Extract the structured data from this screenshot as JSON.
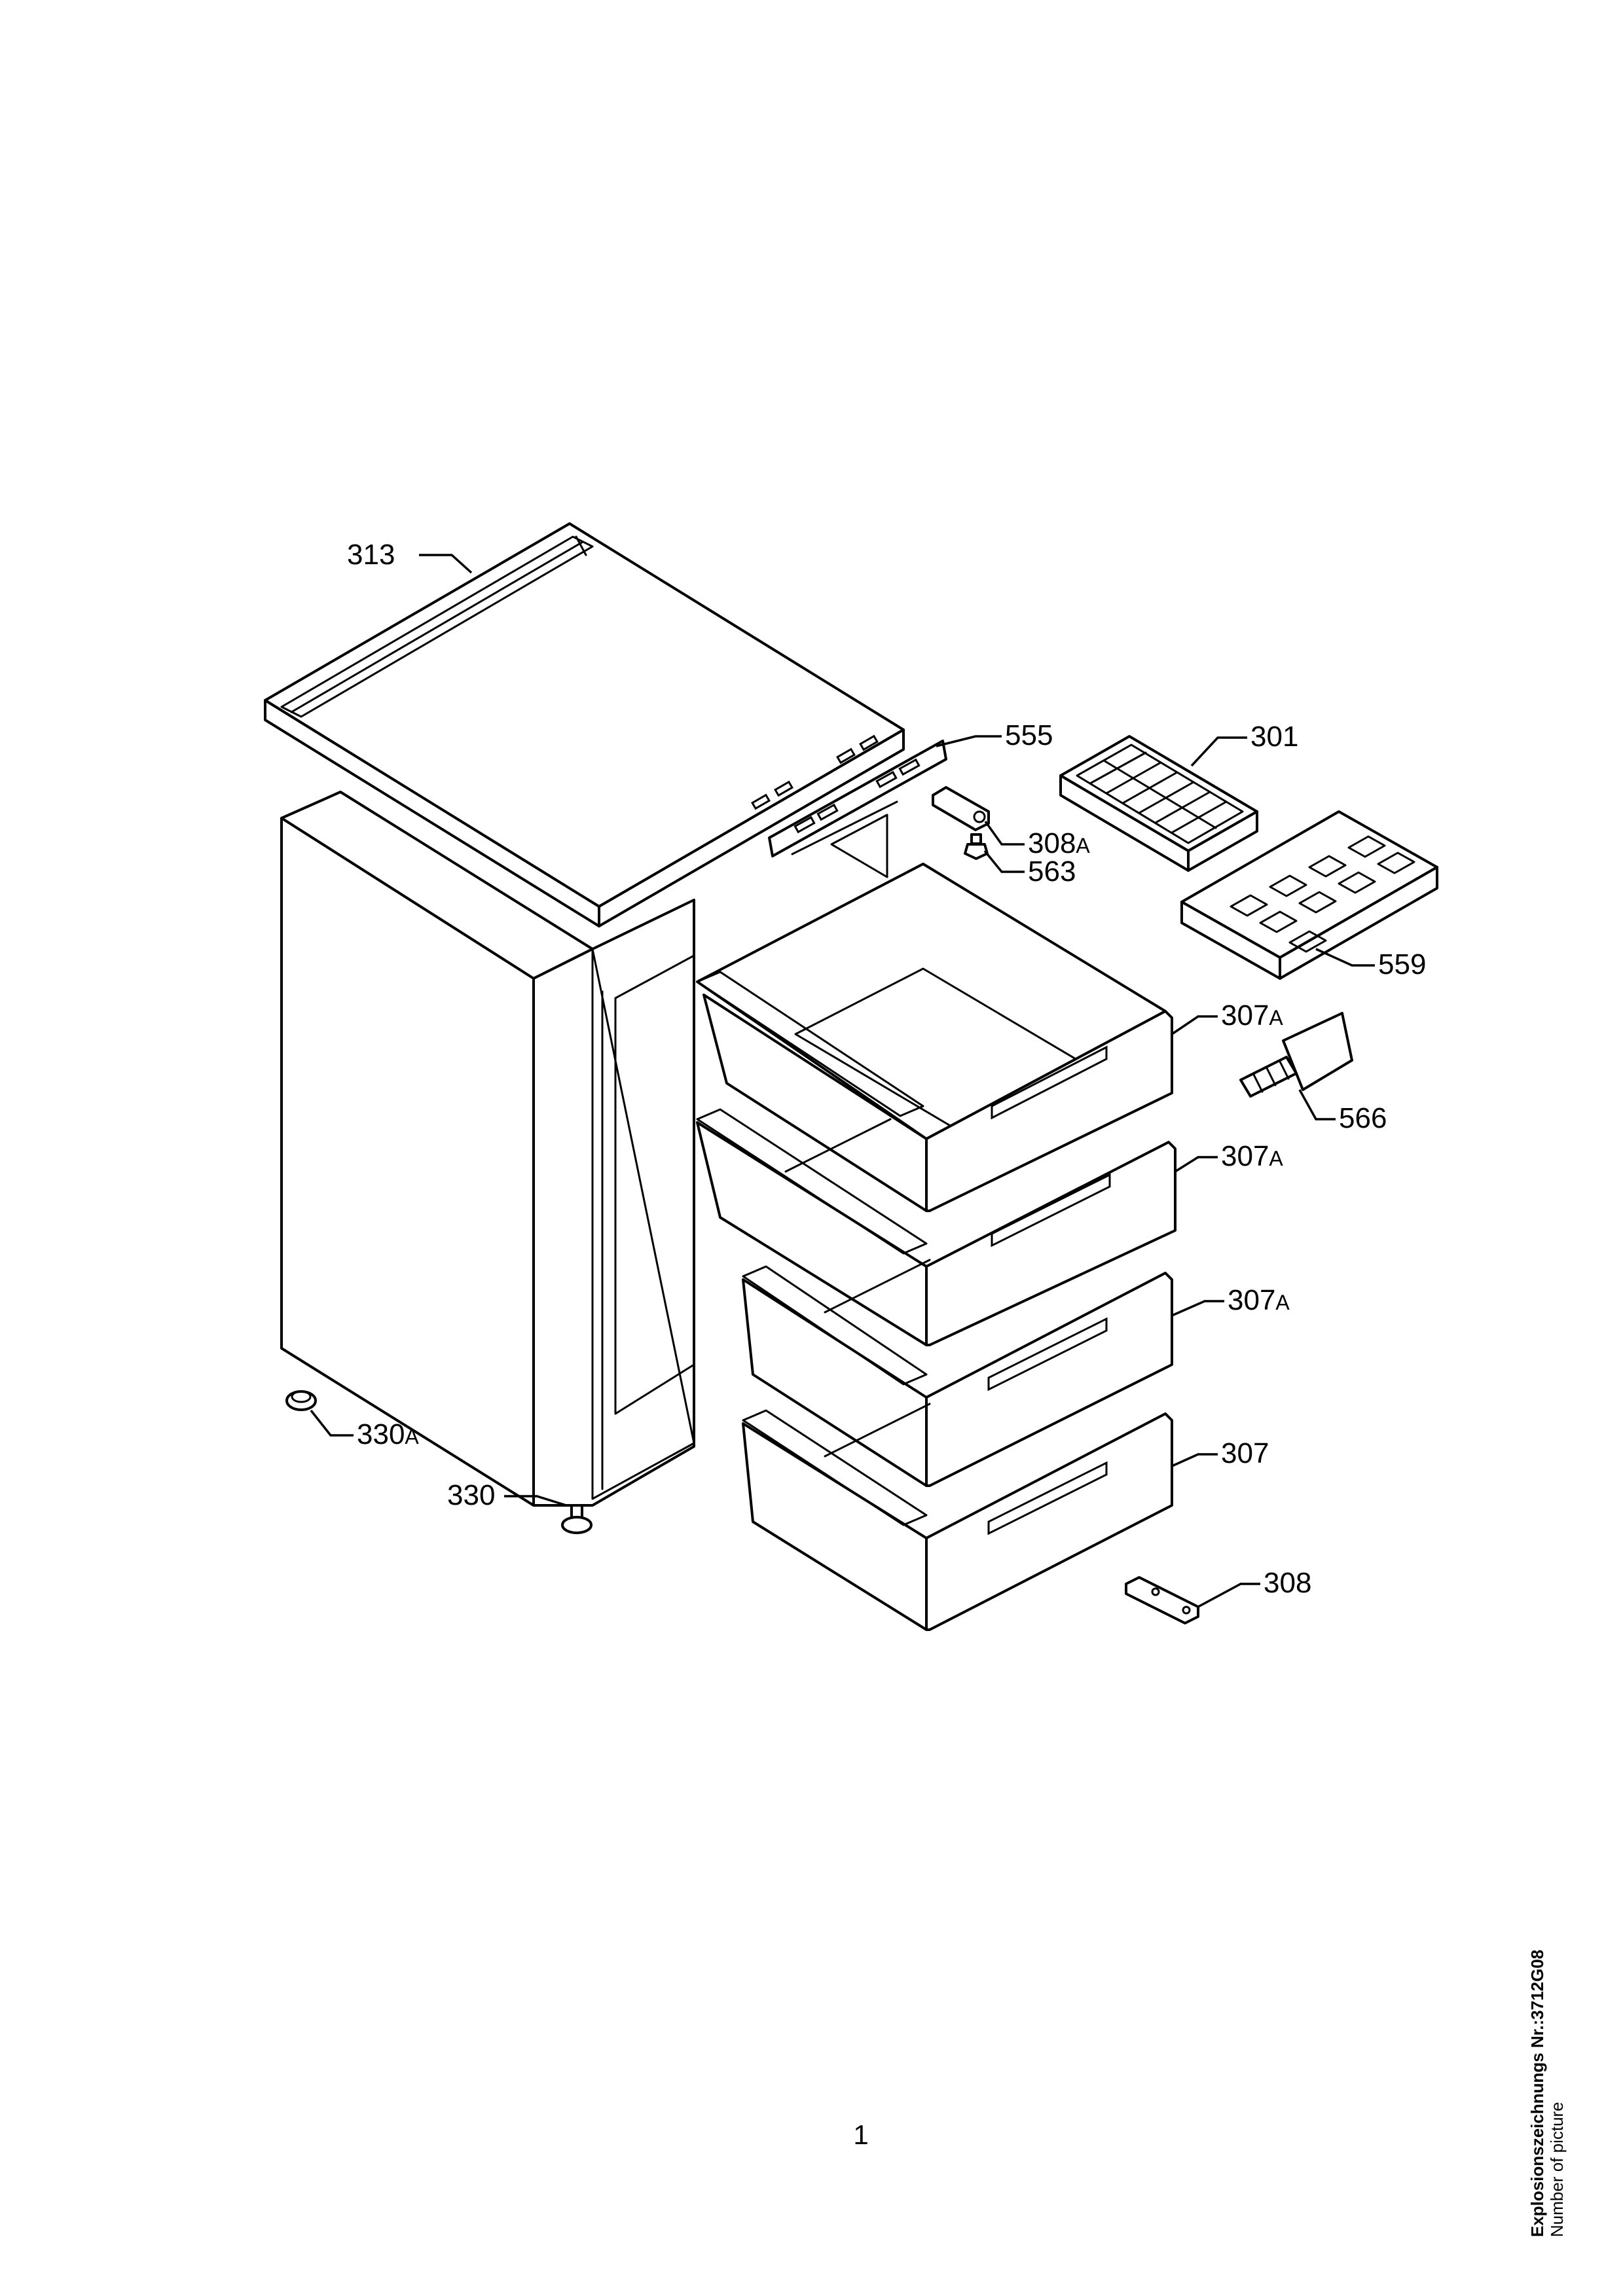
{
  "diagram": {
    "callouts": {
      "lid": {
        "num": "313",
        "suffix": ""
      },
      "handle_strip": {
        "num": "555",
        "suffix": ""
      },
      "ice_tray": {
        "num": "301",
        "suffix": ""
      },
      "hinge_top": {
        "num": "308",
        "suffix": "A"
      },
      "screw": {
        "num": "563",
        "suffix": ""
      },
      "cold_pack": {
        "num": "559",
        "suffix": ""
      },
      "drawer_1": {
        "num": "307",
        "suffix": "A"
      },
      "scraper": {
        "num": "566",
        "suffix": ""
      },
      "drawer_2": {
        "num": "307",
        "suffix": "A"
      },
      "drawer_3": {
        "num": "307",
        "suffix": "A"
      },
      "drawer_4": {
        "num": "307",
        "suffix": ""
      },
      "hinge_bottom": {
        "num": "308",
        "suffix": ""
      },
      "foot_cap": {
        "num": "330",
        "suffix": "A"
      },
      "foot": {
        "num": "330",
        "suffix": ""
      }
    }
  },
  "footer": {
    "page_number": "1",
    "drawing_number": "Explosionszeichnungs Nr.:3712G08",
    "drawing_number_en": "Number of picture"
  }
}
